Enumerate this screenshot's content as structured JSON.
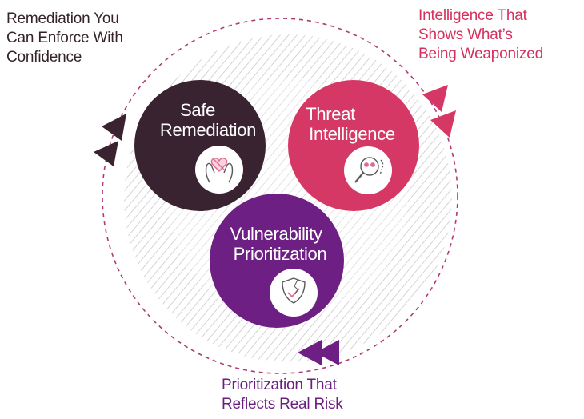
{
  "colors": {
    "dark_plum": "#3a2331",
    "pink": "#d63866",
    "purple": "#6e1f83",
    "dash_ring": "#b03a73",
    "hatch": "#c9c9cf",
    "icon_stroke": "#5a5a5a",
    "icon_accent": "#e06a8f"
  },
  "captions": {
    "remediation": [
      "Remediation You",
      "Can Enforce With",
      "Confidence"
    ],
    "intelligence": [
      "Intelligence That",
      "Shows What’s",
      "Being Weaponized"
    ],
    "prioritization": [
      "Prioritization That",
      "Reflects Real Risk"
    ]
  },
  "circles": {
    "safe_remediation": {
      "lines": [
        "Safe",
        "Remediation"
      ],
      "icon": "hands-heart-icon"
    },
    "threat_intelligence": {
      "lines": [
        "Threat",
        "Intelligence"
      ],
      "icon": "magnifier-skull-icon"
    },
    "vulnerability_prioritization": {
      "lines": [
        "Vulnerability",
        "Prioritization"
      ],
      "icon": "shield-check-icon"
    }
  }
}
